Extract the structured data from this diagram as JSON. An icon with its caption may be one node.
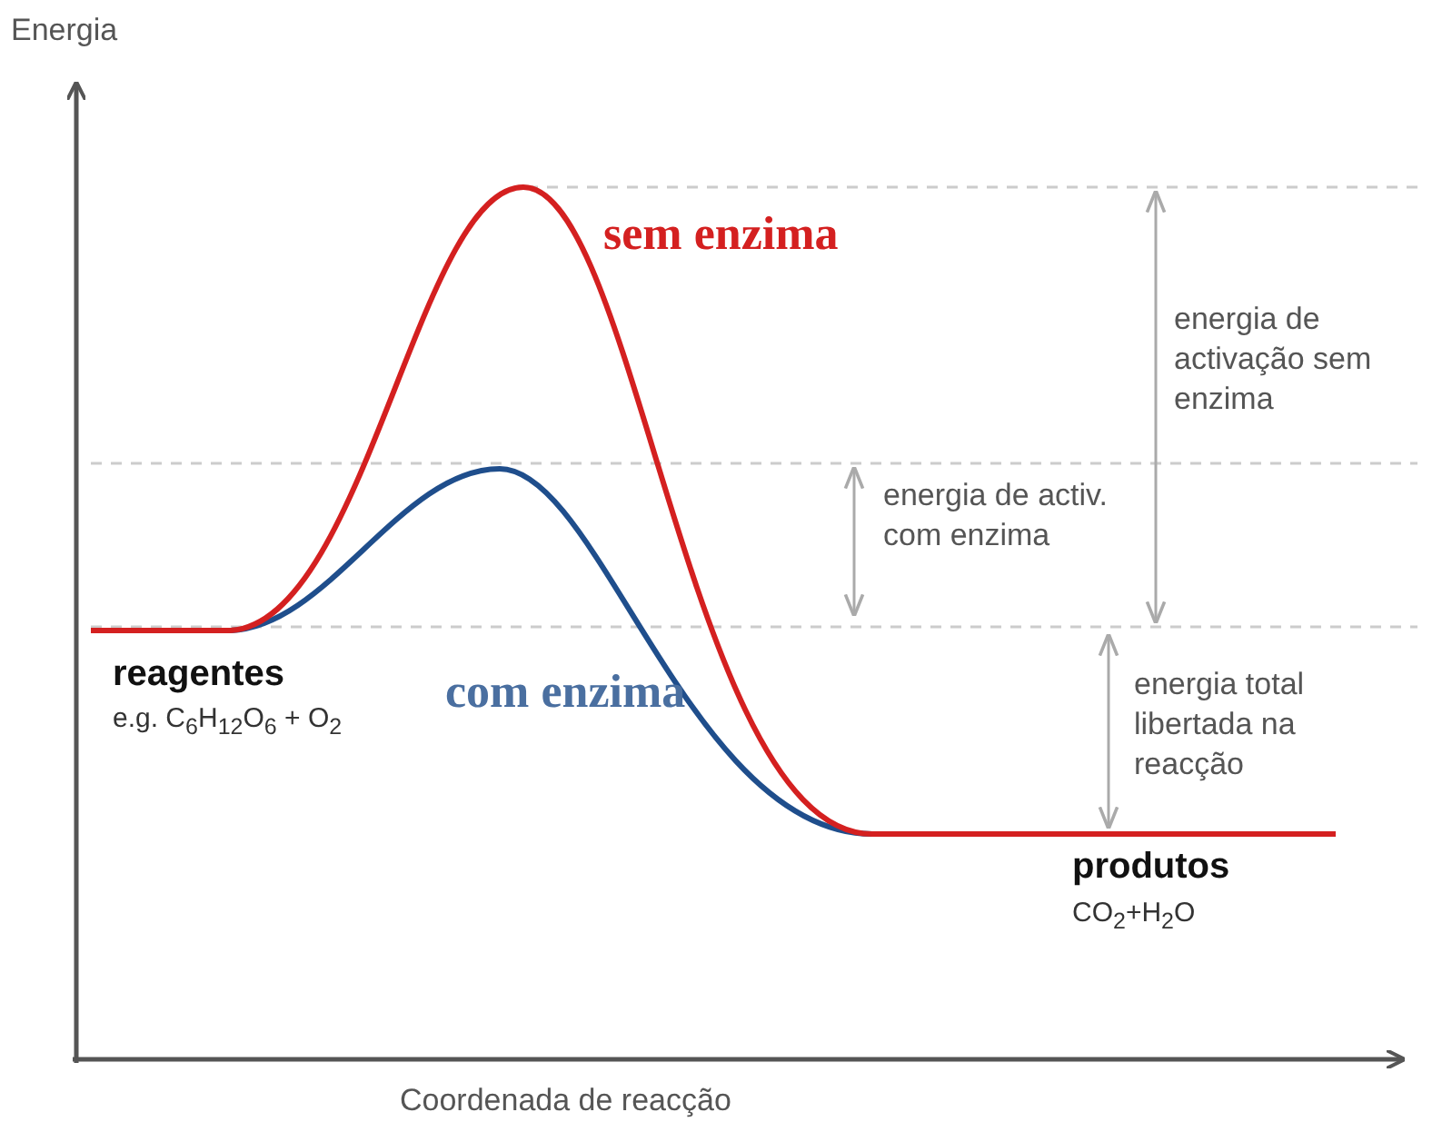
{
  "diagram": {
    "labels": [
      "Energia",
      "sem enzima",
      "energia de activação sem enzima",
      "energia de activ. com enzima",
      "reagentes",
      "e.g. C$_{6}$H$_{12}$O$_{6}$ + O$_{2}$",
      "com enzima",
      "energia total libertada na reacção",
      "produtos",
      "CO$_{2}$+H$_{2}$O",
      "Coordenada de reacção"
    ]
  }
}
